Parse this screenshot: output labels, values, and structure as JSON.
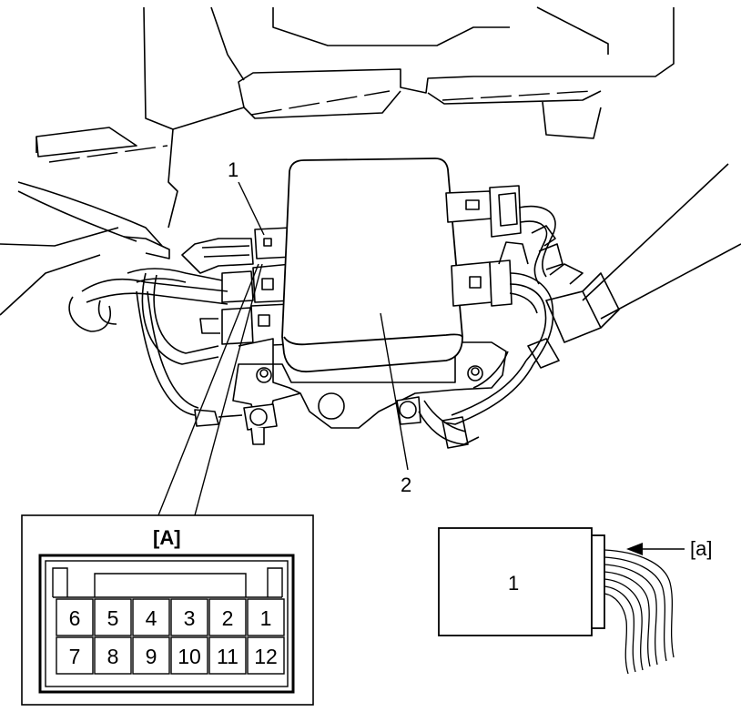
{
  "callouts": {
    "one": "1",
    "two": "2",
    "inset_label": "[A]",
    "connector_label": "1",
    "wire_label": "[a]"
  },
  "pin_rows": {
    "top": [
      "6",
      "5",
      "4",
      "3",
      "2",
      "1"
    ],
    "bottom": [
      "7",
      "8",
      "9",
      "10",
      "11",
      "12"
    ]
  },
  "colors": {
    "line": "#000000",
    "background": "#ffffff"
  }
}
